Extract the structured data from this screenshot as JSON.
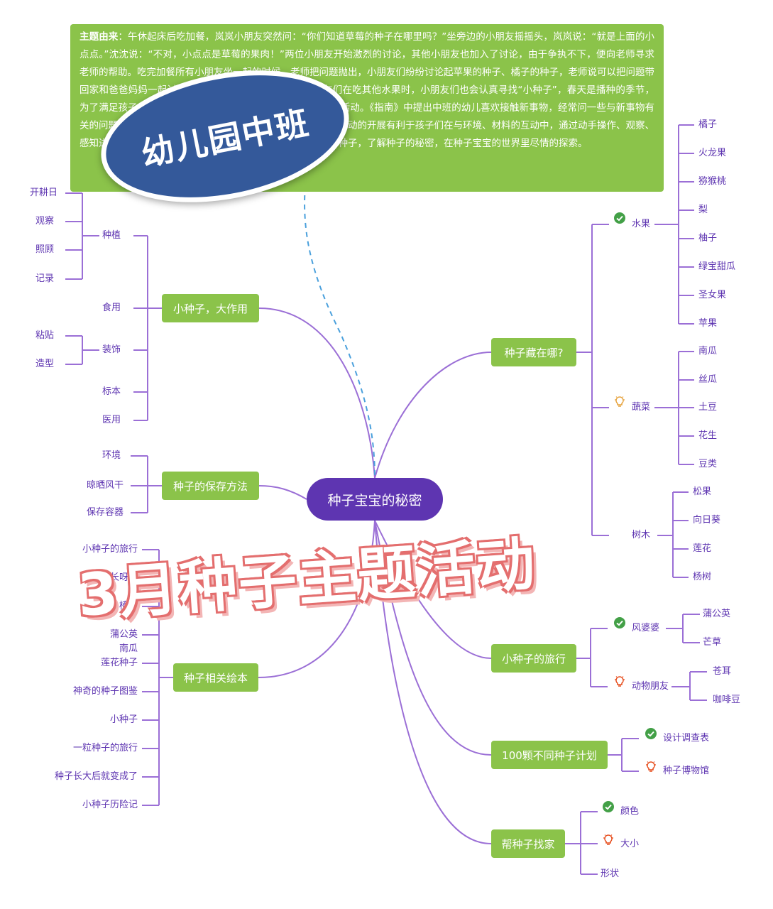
{
  "intro": {
    "lead": "主题由来",
    "text": "：午休起床后吃加餐，岚岚小朋友突然问：“你们知道草莓的种子在哪里吗？”坐旁边的小朋友摇摇头，岚岚说：“就是上面的小点点。”沈沈说：“不对，小点点是草莓的果肉！”两位小朋友开始激烈的讨论，其他小朋友也加入了讨论，由于争执不下，便向老师寻求老师的帮助。吃完加餐所有小朋友坐一起的时候，老师把问题抛出，小朋友们纷纷讨论起苹果的种子、橘子的种子，老师说可以把问题带回家和爸爸妈妈一起讨论、寻找答案。之后的几天，小朋友们在吃其他水果时，小朋友们也会认真寻找“小种子”，春天是播种的季节，为了满足孩子们的好奇心，我们开展有关种子宝宝的秘密主题活动。《指南》中提出中班的幼儿喜欢接触新事物，经常问一些与新事物有关的问题。常常动手动脑探索物体和材料，并乐在其中。这个活动的开展有利于孩子们在与环境、材料的互动中，通过动手操作、观察、感知进行对认识种子宝宝初体验。孩子们在快乐中寻找不同的种子，了解种子的秘密，在种子宝宝的世界里尽情的探索。"
  },
  "badge": "幼儿园中班",
  "big_title": "3月种子主题活动",
  "center": "种子宝宝的秘密",
  "left": {
    "small_seed": {
      "label": "小种子，大作用",
      "plant": {
        "label": "种植",
        "items": [
          "开耕日",
          "观察",
          "照顾",
          "记录"
        ]
      },
      "food": "食用",
      "decor": {
        "label": "装饰",
        "items": [
          "粘贴",
          "造型"
        ]
      },
      "specimen": "标本",
      "medicine": "医用"
    },
    "storage": {
      "label": "种子的保存方法",
      "items": [
        "环境",
        "晾晒风干",
        "保存容器"
      ]
    },
    "books": {
      "label": "种子相关绘本",
      "items": [
        "小种子的旅行",
        "长呀长",
        "植物",
        "蒲公英",
        "南瓜",
        "莲花种子",
        "神奇的种子图鉴",
        "小种子",
        "一粒种子的旅行",
        "种子长大后就变成了",
        "小种子历险记"
      ]
    }
  },
  "right": {
    "where": {
      "label": "种子藏在哪?",
      "fruit": {
        "label": "水果",
        "items": [
          "橘子",
          "火龙果",
          "猕猴桃",
          "梨",
          "柚子",
          "绿宝甜瓜",
          "圣女果",
          "苹果"
        ]
      },
      "veg": {
        "label": "蔬菜",
        "items": [
          "南瓜",
          "丝瓜",
          "土豆",
          "花生",
          "豆类"
        ]
      },
      "tree": {
        "label": "树木",
        "items": [
          "松果",
          "向日葵",
          "莲花",
          "杨树"
        ]
      }
    },
    "travel": {
      "label": "小种子的旅行",
      "wind": {
        "label": "风婆婆",
        "items": [
          "蒲公英",
          "芒草"
        ]
      },
      "animal": {
        "label": "动物朋友",
        "items": [
          "苍耳",
          "咖啡豆"
        ]
      }
    },
    "plan": {
      "label": "100颗不同种子计划",
      "items": [
        "设计调查表",
        "种子博物馆"
      ]
    },
    "home": {
      "label": "帮种子找家",
      "items": [
        "颜色",
        "大小",
        "形状"
      ]
    }
  },
  "colors": {
    "purple": "#5e35b1",
    "line": "#9b6fd6",
    "green": "#8bc34a",
    "badge": "#34599a",
    "dashed": "#4aa0dc"
  },
  "icons": {
    "check": "check-circle-icon",
    "bulb": "light-bulb-icon"
  }
}
